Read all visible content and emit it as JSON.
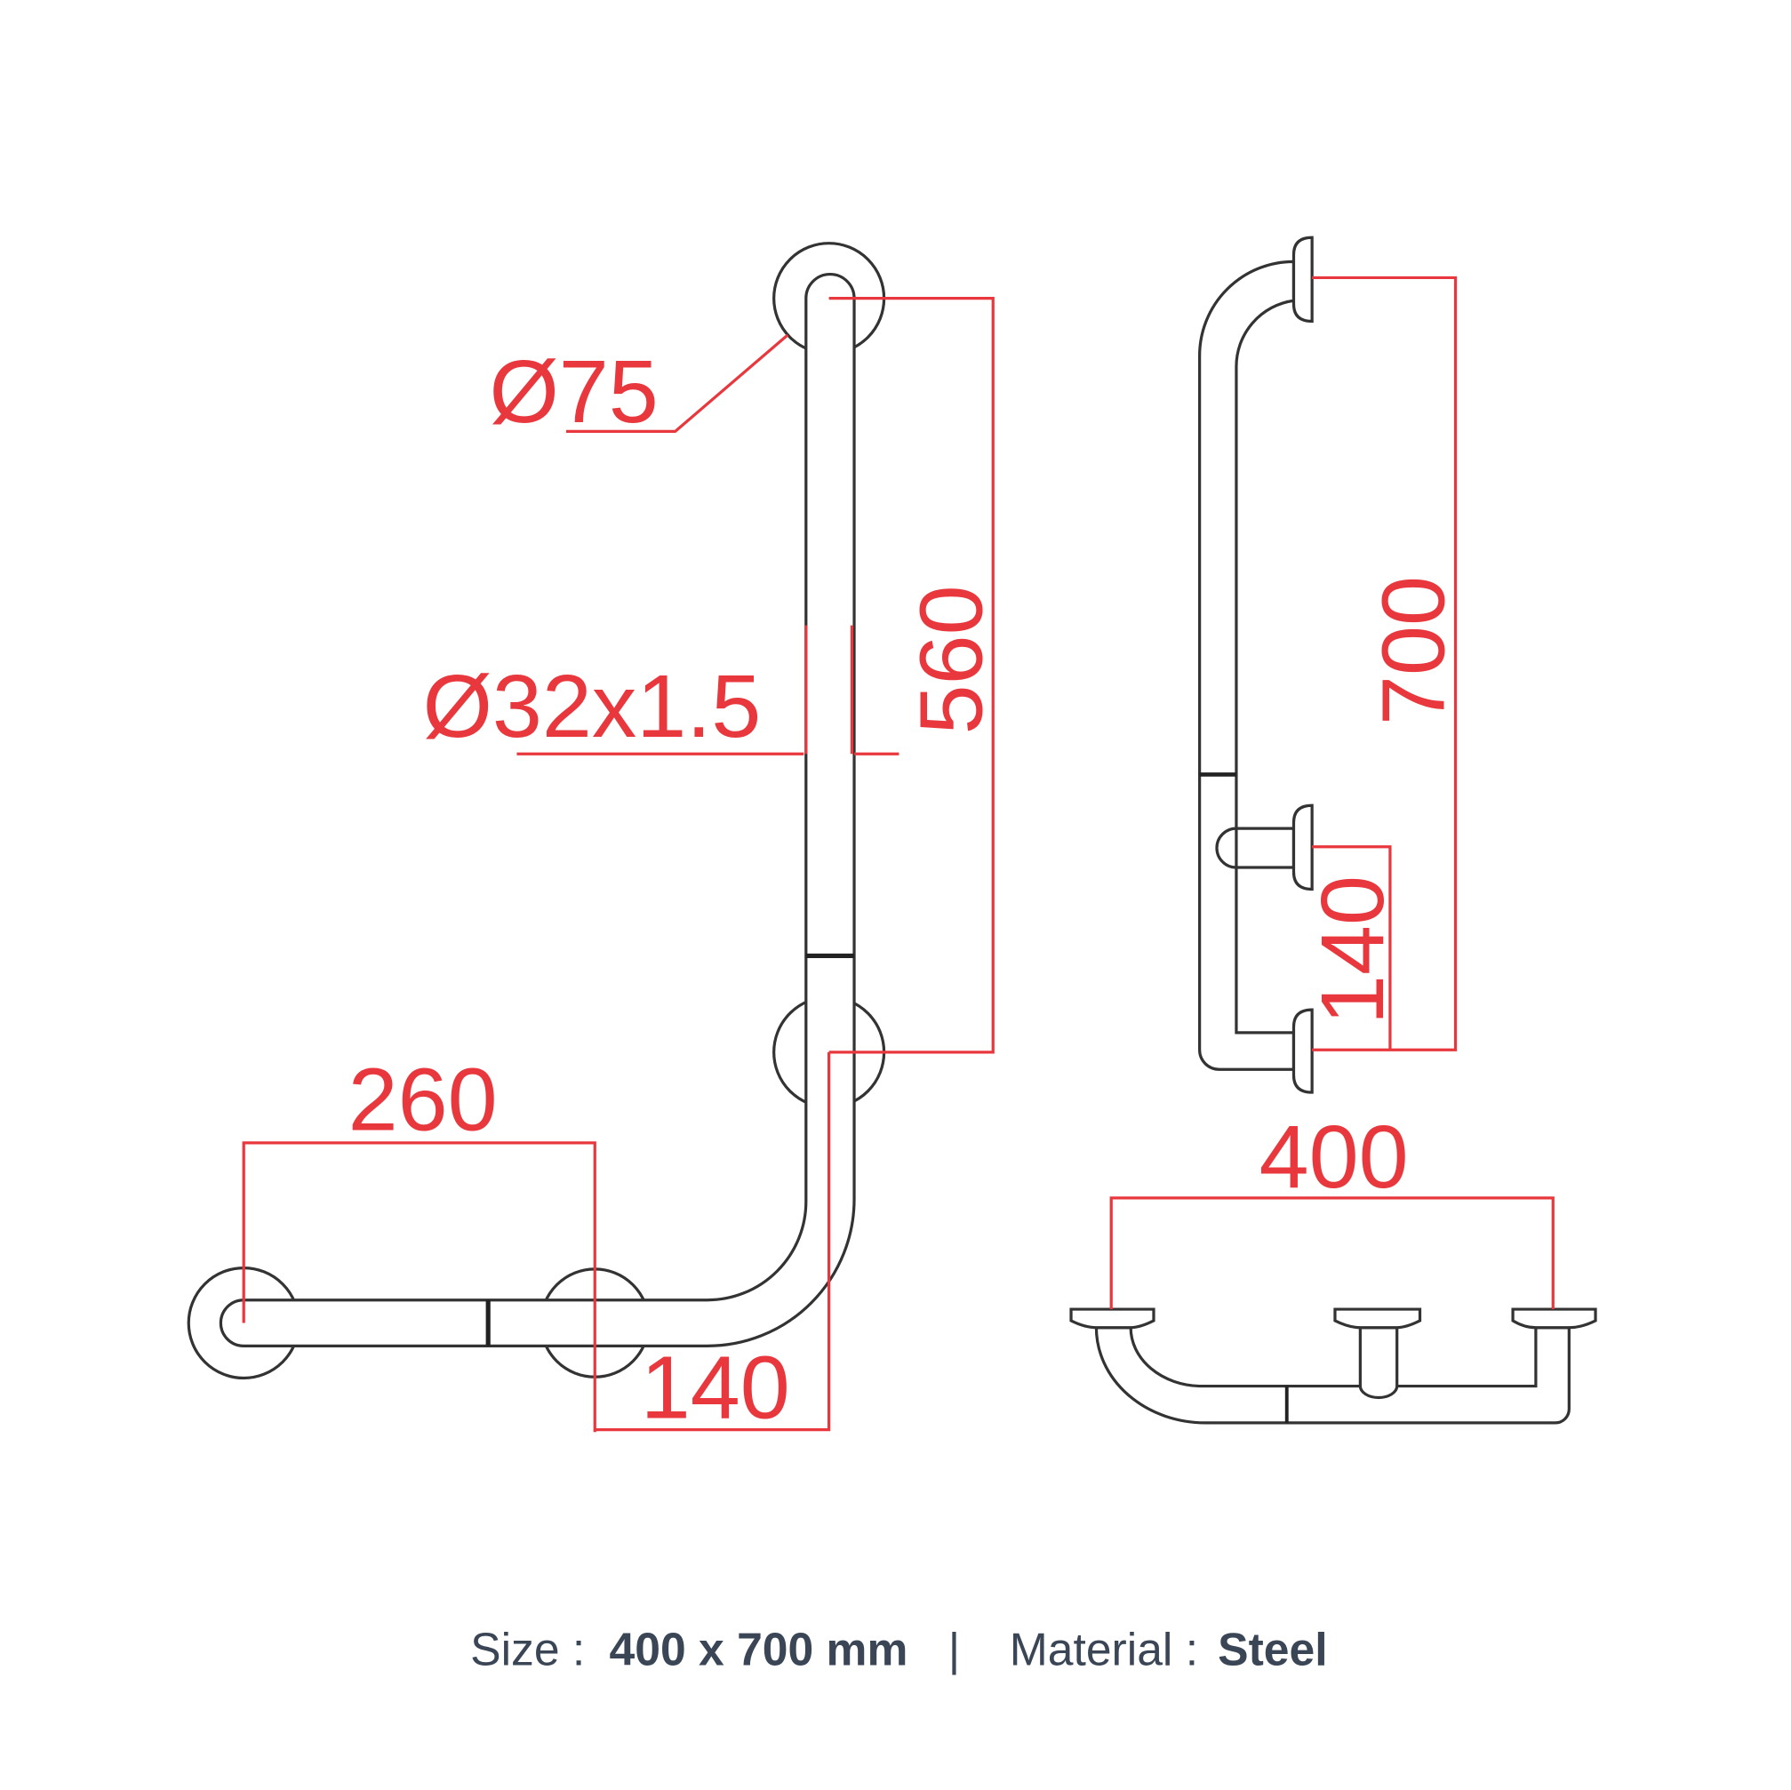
{
  "dimensions": {
    "flange_diameter": "Ø75",
    "tube_spec": "Ø32x1.5",
    "vertical_length_front": "560",
    "horizontal_length": "260",
    "offset_bottom": "140",
    "overall_height_side": "700",
    "bracket_spacing_side": "140",
    "overall_width_top": "400"
  },
  "footer": {
    "size_label": "Size :",
    "size_value": "400 x 700 mm",
    "separator": "|",
    "material_label": "Material :",
    "material_value": "Steel"
  },
  "colors": {
    "dimension": "#e8383d",
    "text": "#3a4656",
    "outline": "#333333"
  }
}
